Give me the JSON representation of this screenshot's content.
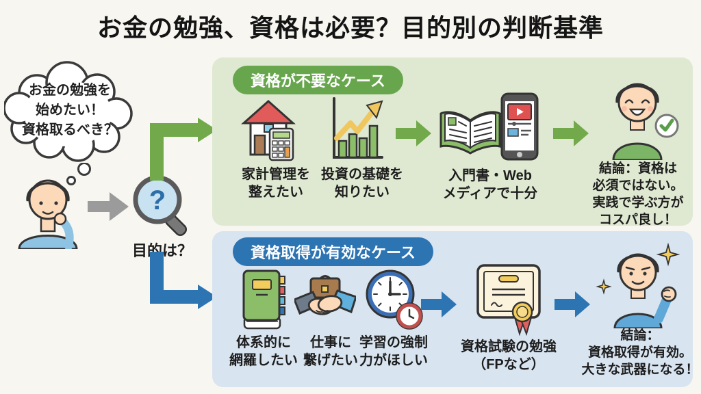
{
  "title": "お金の勉強、資格は必要？目的別の判断基準",
  "intro": {
    "thought_bubble": [
      "お金の勉強を",
      "始めたい！",
      "資格取るべき？"
    ],
    "magnifier_mark": "?",
    "purpose_label": "目的は？"
  },
  "no_license": {
    "badge": "資格が不要なケース",
    "reasons": [
      {
        "icon": "house-calculator",
        "lines": [
          "家計管理を",
          "整えたい"
        ]
      },
      {
        "icon": "investment-chart",
        "lines": [
          "投資の基礎を",
          "知りたい"
        ]
      }
    ],
    "method": {
      "icon": "book-and-web",
      "lines": [
        "入門書・Web",
        "メディアで十分"
      ]
    },
    "conclusion": [
      "結論：資格は",
      "必須ではない。",
      "実践で学ぶ方が",
      "コスパ良し！"
    ]
  },
  "license": {
    "badge": "資格取得が有効なケース",
    "reasons": [
      {
        "icon": "systematic-notebook",
        "lines": [
          "体系的に",
          "網羅したい"
        ]
      },
      {
        "icon": "work-handshake",
        "lines": [
          "仕事に",
          "繋げたい"
        ]
      },
      {
        "icon": "study-clock",
        "lines": [
          "学習の強制",
          "力がほしい"
        ]
      }
    ],
    "method": {
      "icon": "certificate",
      "lines": [
        "資格試験の勉強",
        "（FPなど）"
      ]
    },
    "conclusion": [
      "結論：",
      "資格取得が有効。",
      "大きな武器になる！"
    ]
  },
  "colors": {
    "background": "#f7f6f1",
    "no_license_panel": "#dfe9d2",
    "no_license_accent": "#68a64d",
    "license_panel": "#d8e4f0",
    "license_accent": "#2d74b3",
    "neutral_arrow": "#9b9b9b"
  }
}
